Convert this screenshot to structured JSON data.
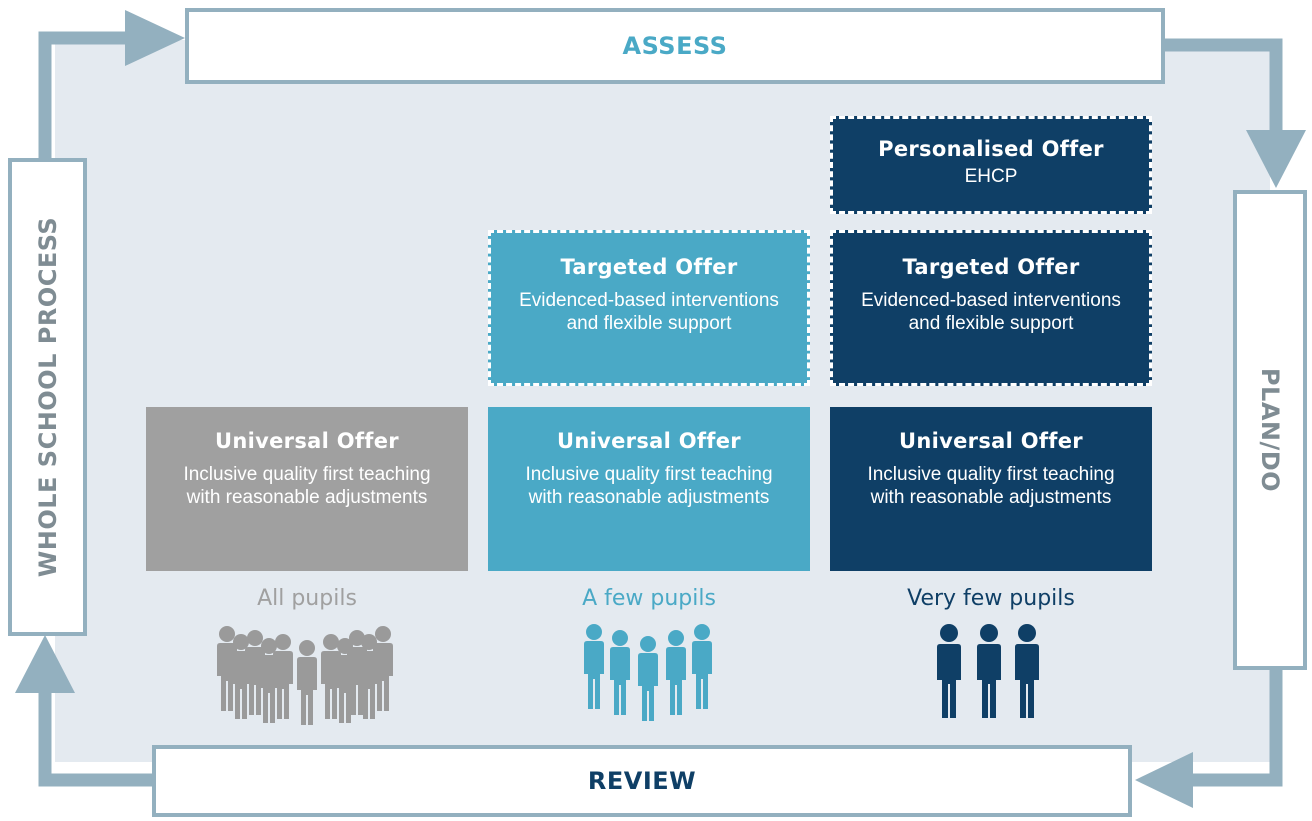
{
  "cycle": {
    "assess": "ASSESS",
    "plan_do": "PLAN/DO",
    "review": "REVIEW",
    "whole_school": "WHOLE SCHOOL PROCESS"
  },
  "columns": [
    {
      "universal": {
        "title": "Universal Offer",
        "desc": "Inclusive quality first teaching with reasonable adjustments"
      },
      "label": "All pupils"
    },
    {
      "targeted": {
        "title": "Targeted Offer",
        "desc": "Evidenced-based interventions and flexible support"
      },
      "universal": {
        "title": "Universal Offer",
        "desc": "Inclusive quality first teaching with reasonable adjustments"
      },
      "label": "A few pupils"
    },
    {
      "personalised": {
        "title": "Personalised Offer",
        "desc": "EHCP"
      },
      "targeted": {
        "title": "Targeted Offer",
        "desc": "Evidenced-based interventions and flexible support"
      },
      "universal": {
        "title": "Universal Offer",
        "desc": "Inclusive quality first teaching with reasonable adjustments"
      },
      "label": "Very few pupils"
    }
  ],
  "colors": {
    "grey": "#a0a0a0",
    "light_blue": "#4aa9c6",
    "dark_blue": "#0f3f66",
    "frame": "#93b0bf",
    "background": "#e4eaf0",
    "assess_text": "#4aa9c6",
    "review_text": "#0f3f66",
    "plan_text": "#7f8c93"
  },
  "icons": [
    "people-group-icon"
  ]
}
